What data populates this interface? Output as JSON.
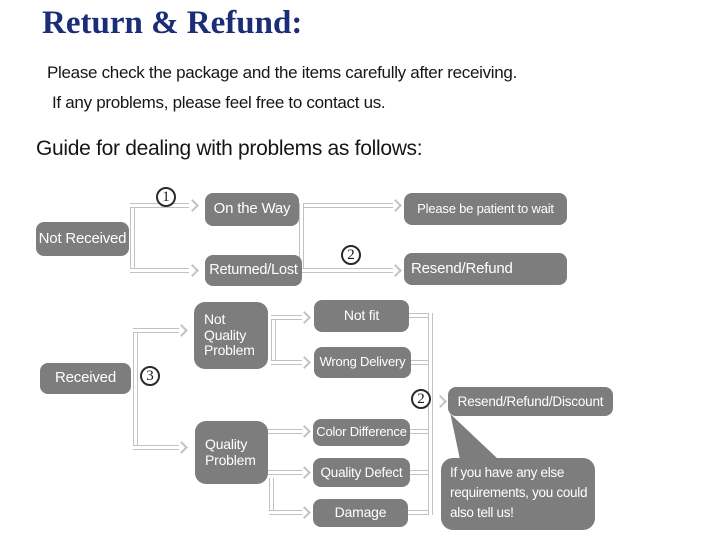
{
  "header": {
    "title": "Return & Refund:",
    "intro_line1": "Please check the package and the items carefully after receiving.",
    "intro_line2": "If any problems, please feel free to contact us.",
    "guide_heading": "Guide for dealing with problems as follows:"
  },
  "steps": {
    "s1": "1",
    "s2": "2",
    "s3": "3"
  },
  "flow": {
    "not_received": "Not Received",
    "on_the_way": "On the Way",
    "returned_lost": "Returned/Lost",
    "be_patient": "Please be patient to wait",
    "resend_refund": "Resend/Refund",
    "received": "Received",
    "not_quality_problem": "Not Quality Problem",
    "not_fit": "Not fit",
    "wrong_delivery": "Wrong Delivery",
    "quality_problem": "Quality Problem",
    "color_difference": "Color Difference",
    "quality_defect": "Quality Defect",
    "damage": "Damage",
    "resend_refund_discount": "Resend/Refund/Discount",
    "bubble_lines": [
      "If you have any else",
      "requirements, you could",
      "also tell us!"
    ]
  },
  "colors": {
    "title_navy": "#1b2d78",
    "box_gray": "#7d7d7d",
    "connector_gray": "#c2c2c2",
    "step_number_black": "#1a1a1a"
  }
}
